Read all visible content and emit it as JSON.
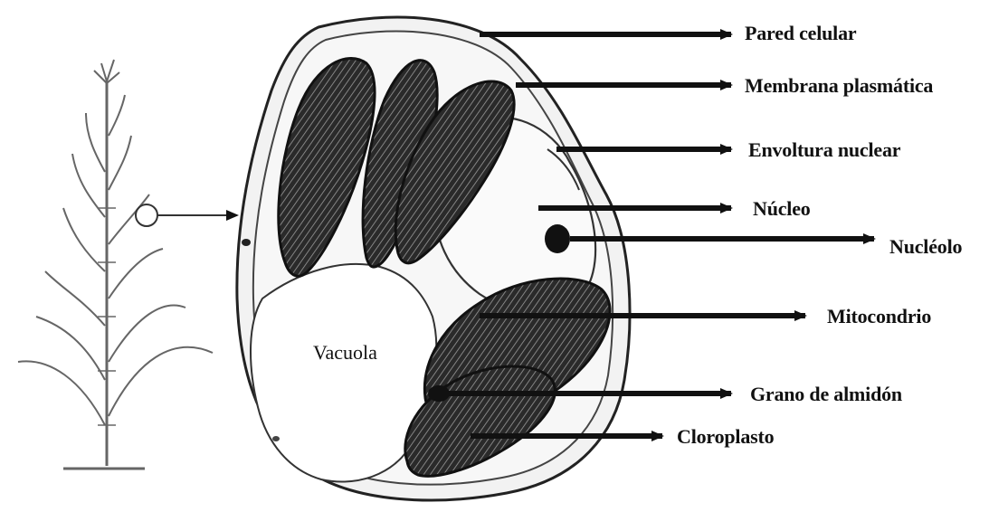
{
  "diagram": {
    "labels": {
      "pared_celular": "Pared celular",
      "membrana_plasmatica": "Membrana plasmática",
      "envoltura_nuclear": "Envoltura nuclear",
      "nucleo": "Núcleo",
      "nucleolo": "Nucléolo",
      "mitocondrio": "Mitocondrio",
      "grano_almidon": "Grano de almidón",
      "cloroplasto": "Cloroplasto",
      "vacuola": "Vacuola"
    },
    "colors": {
      "ink": "#111111",
      "cell_fill": "#f4f4f4",
      "organelle_fill": "#3a3a3a",
      "plant": "#666666"
    },
    "icons": [
      "plant-illustration",
      "magnifier-circle",
      "arrow-right"
    ]
  }
}
